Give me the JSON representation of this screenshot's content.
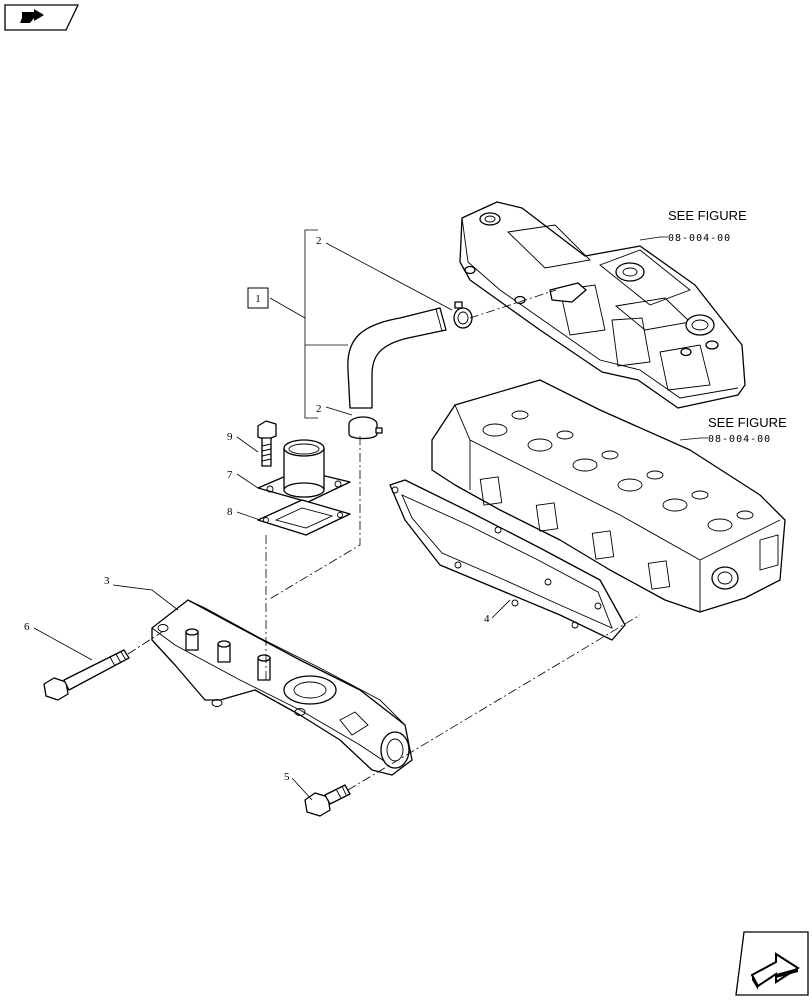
{
  "references": {
    "see_figure_text": "SEE FIGURE",
    "rocker_cover_ref": "08-004-00",
    "cylinder_head_ref": "08-004-00"
  },
  "callouts": {
    "kit": "1",
    "hose_clamp_upper": "2",
    "hose_clamp_lower": "2",
    "intake_manifold": "3",
    "gasket_manifold": "4",
    "flange_bolt_short": "5",
    "flange_bolt_long": "6",
    "outlet_housing": "7",
    "housing_gasket": "8",
    "housing_bolt": "9"
  },
  "navigation": {
    "prev_icon": "back-arrow-icon",
    "next_icon": "forward-arrow-icon"
  }
}
